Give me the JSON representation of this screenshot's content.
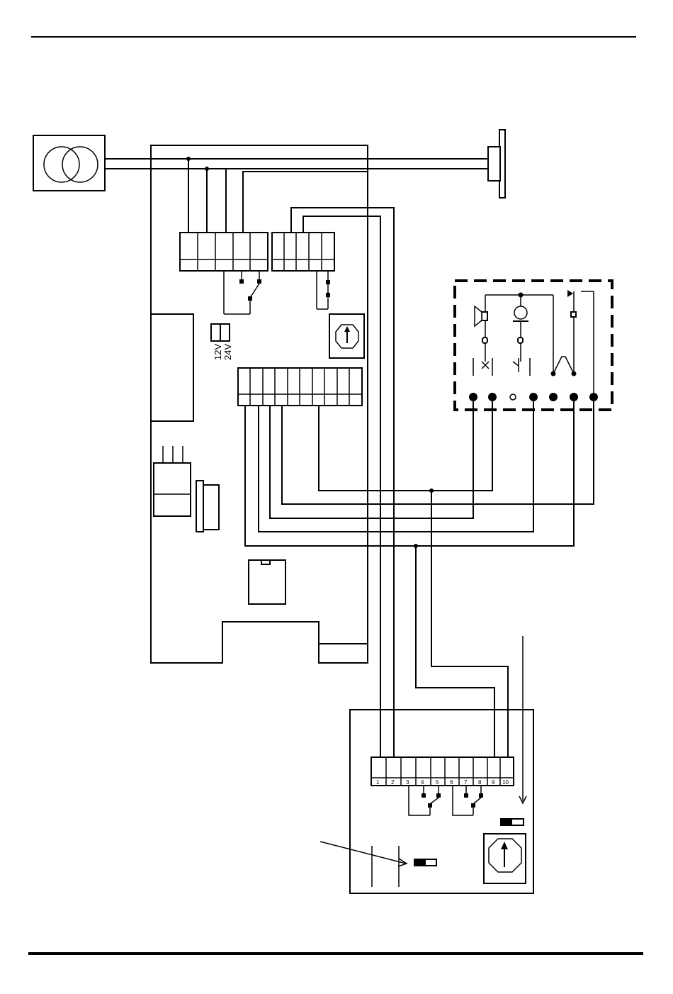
{
  "voltage_selector": {
    "low": "12V",
    "high": "24V"
  },
  "indoor_unit": {
    "terminal_labels": [
      "1",
      "2",
      "3",
      "4",
      "5",
      "6",
      "7",
      "8",
      "9",
      "10"
    ]
  },
  "colors": {
    "line": "#000000",
    "background": "#ffffff"
  }
}
